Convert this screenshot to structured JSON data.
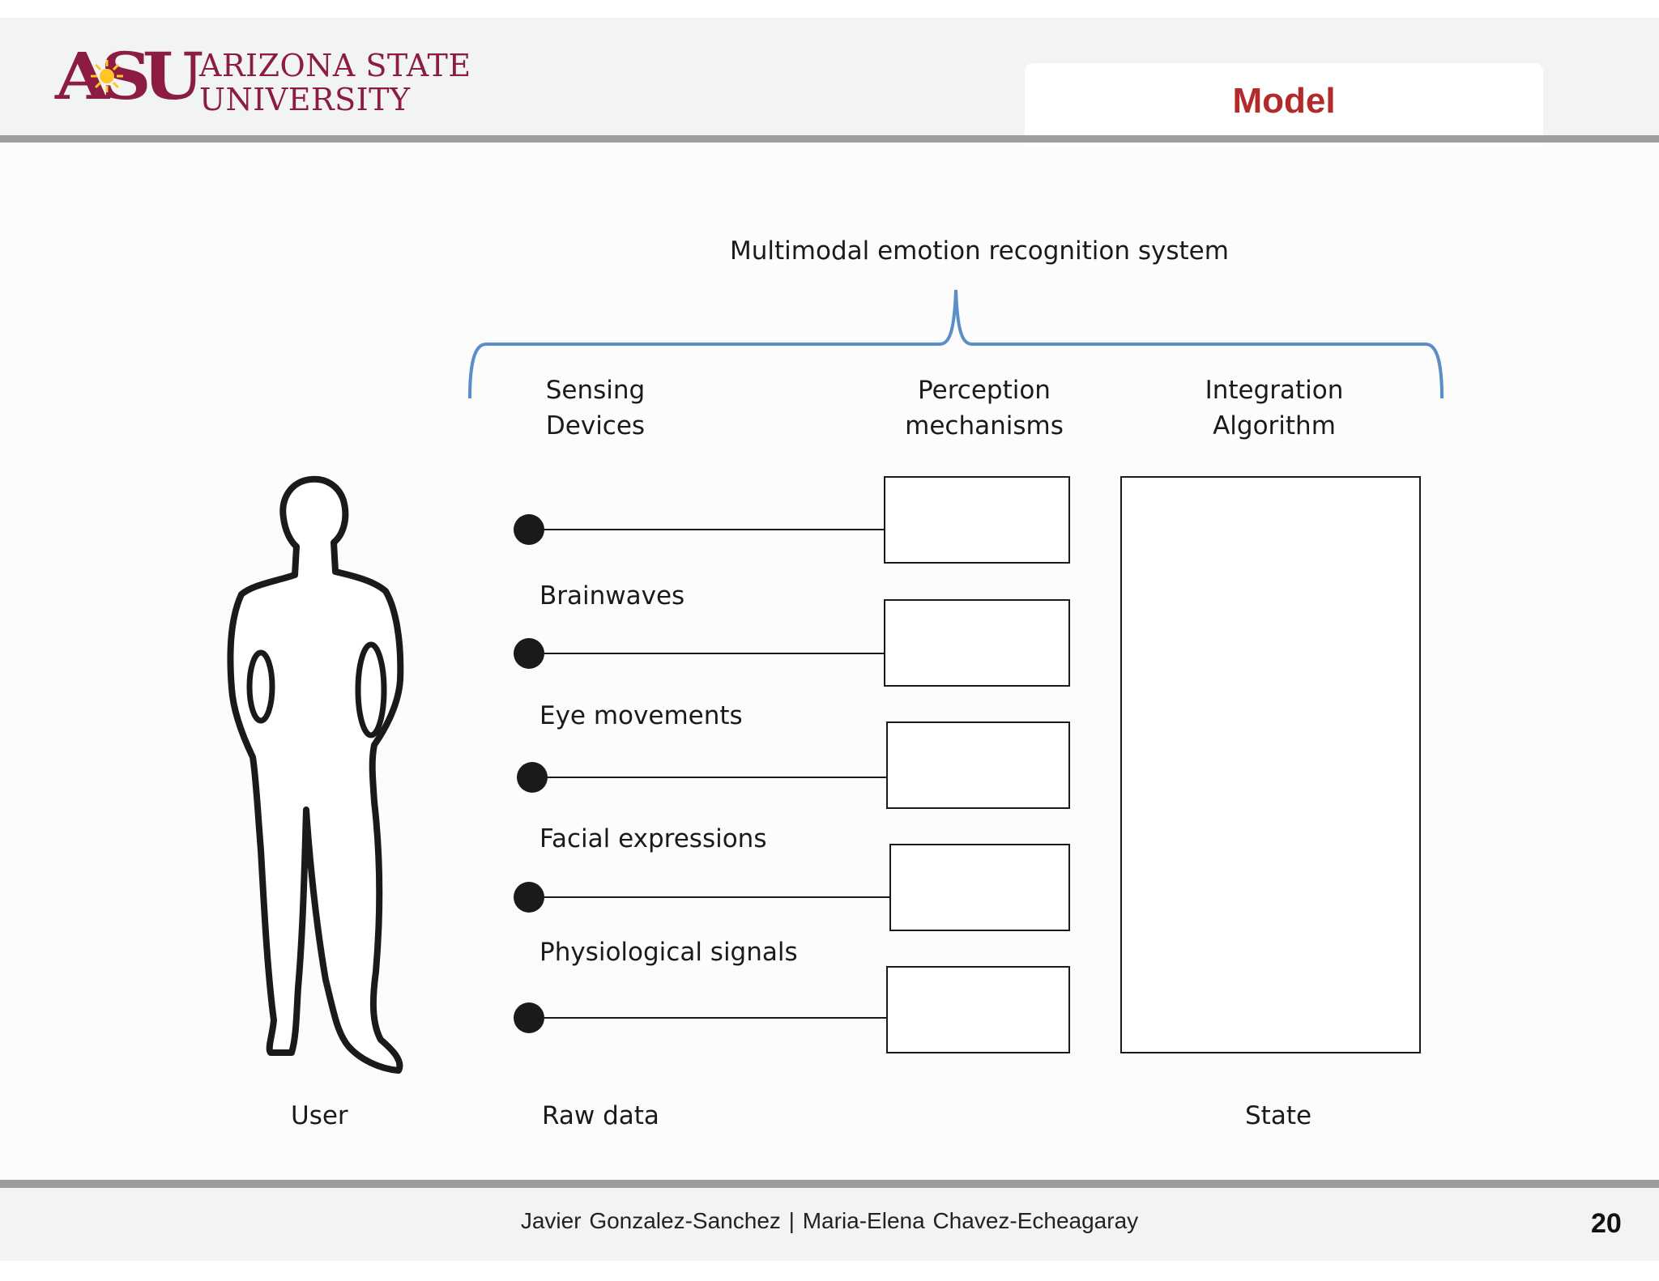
{
  "header": {
    "university_name_line1": "ARIZONA STATE",
    "university_name_line2": "UNIVERSITY",
    "logo_mark": "ASU",
    "slide_title": "Model"
  },
  "diagram": {
    "system_title": "Multimodal emotion recognition system",
    "column_headers": {
      "sensing": [
        "Sensing",
        "Devices"
      ],
      "perception": [
        "Perception",
        "mechanisms"
      ],
      "integration": [
        "Integration",
        "Algorithm"
      ]
    },
    "modalities": [
      "Brainwaves",
      "Eye movements",
      "Facial expressions",
      "Physiological signals"
    ],
    "bottom_labels": {
      "user": "User",
      "raw_data": "Raw data",
      "state": "State"
    },
    "colors": {
      "brace": "#5b8ec7",
      "lines": "#1a1a1a"
    }
  },
  "footer": {
    "authors": "Javier Gonzalez-Sanchez  |  Maria-Elena Chavez-Echeagaray",
    "page_number": "20"
  }
}
